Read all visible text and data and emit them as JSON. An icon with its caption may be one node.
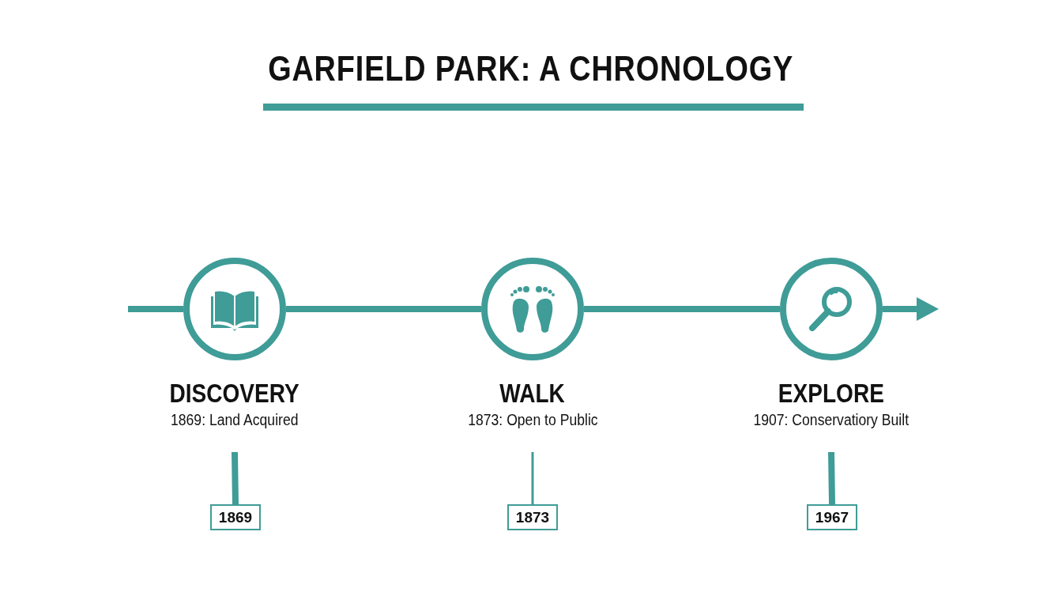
{
  "diagram": {
    "title": "GARFIELD PARK: A CHRONOLOGY",
    "nodes": [
      {
        "text": [],
        "shape": "circle"
      },
      {
        "text": [
          "DISCOVERY",
          "1869: Land Acquired"
        ]
      },
      {
        "text": [
          "1869"
        ]
      },
      {
        "text": [],
        "shape": "circle"
      },
      {
        "text": [
          "WALK",
          "1873: Open to Public"
        ]
      },
      {
        "text": [
          "1873"
        ]
      },
      {
        "text": [],
        "shape": "circle"
      },
      {
        "text": [
          "EXPLORE",
          "1907: Conservatiory Built"
        ]
      },
      {
        "text": [
          "1967"
        ]
      }
    ],
    "edges": [
      {
        "from": null,
        "to": 0,
        "arrow": "none"
      },
      {
        "from": 0,
        "to": 3,
        "arrow": "none"
      },
      {
        "from": 3,
        "to": 6,
        "arrow": "none"
      },
      {
        "from": 6,
        "to": null,
        "arrow": "to"
      },
      {
        "from": 1,
        "to": 2,
        "arrow": "none"
      },
      {
        "from": 4,
        "to": 5,
        "arrow": "none"
      },
      {
        "from": 7,
        "to": 8,
        "arrow": "none"
      }
    ]
  }
}
